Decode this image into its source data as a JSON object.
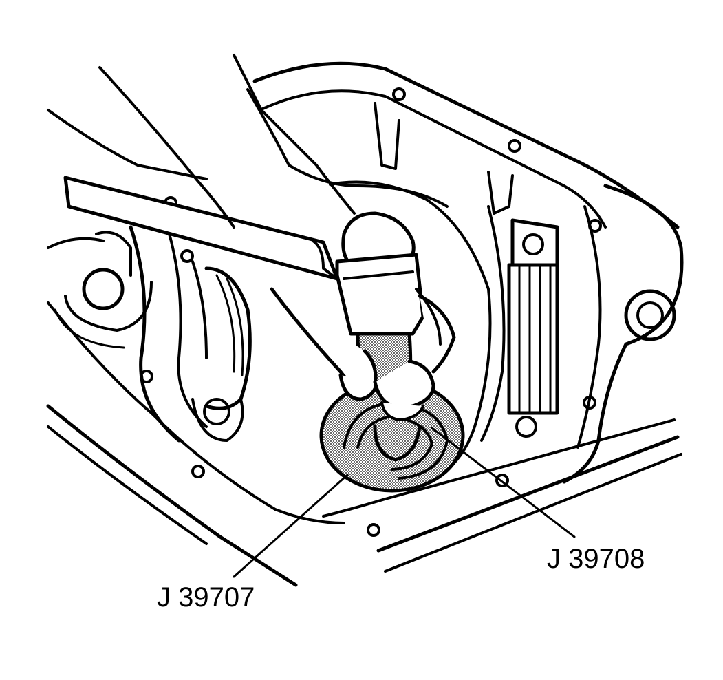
{
  "callouts": {
    "tool_a": "J 39707",
    "tool_b": "J 39708"
  },
  "colors": {
    "line": "#000000",
    "background": "#ffffff",
    "tool_shading": "#bdbdbd"
  },
  "icons": {
    "hand": "hand-holding-hammer",
    "hammer": "hammer-icon",
    "seal_installer": "seal-installer-disc",
    "handle": "driver-handle"
  }
}
